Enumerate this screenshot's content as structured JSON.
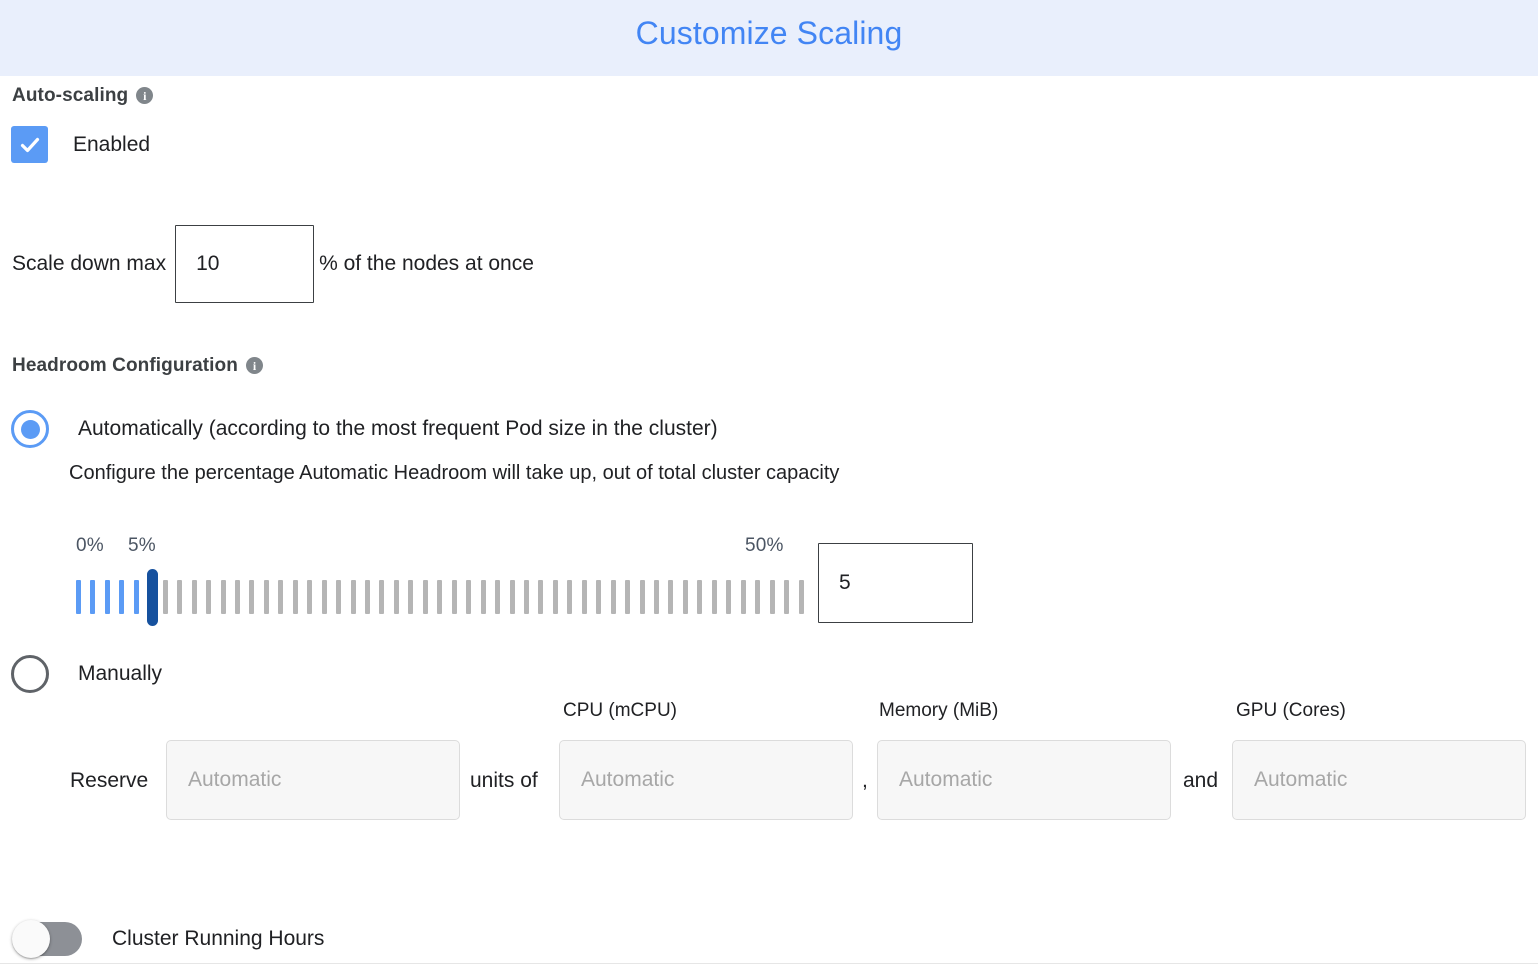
{
  "header": {
    "title": "Customize Scaling",
    "title_color": "#4285f4",
    "background_color": "#e9effc"
  },
  "auto_scaling": {
    "section_label": "Auto-scaling",
    "info_icon": "info-icon",
    "checkbox": {
      "label": "Enabled",
      "checked": true,
      "color": "#5b9bf5"
    },
    "scale_down": {
      "prefix_label": "Scale down max",
      "value": "10",
      "suffix_label": "% of the nodes at once"
    }
  },
  "headroom": {
    "section_label": "Headroom Configuration",
    "info_icon": "info-icon",
    "automatic": {
      "label": "Automatically (according to the most frequent Pod size in the cluster)",
      "selected": true,
      "description": "Configure the percentage Automatic Headroom will take up, out of total cluster capacity"
    },
    "slider": {
      "min_label": "0%",
      "current_label": "5%",
      "max_label": "50%",
      "min": 0,
      "max": 50,
      "value": 5,
      "tick_count": 51,
      "active_color": "#5b9bf5",
      "inactive_color": "#b5b5b5",
      "thumb_color": "#16519e",
      "value_input": "5"
    },
    "manual": {
      "label": "Manually",
      "selected": false,
      "reserve_label": "Reserve",
      "units_of_label": "units of",
      "comma_label": ",",
      "and_label": "and",
      "fields": [
        {
          "name": "reserve-units",
          "header": "",
          "placeholder": "Automatic",
          "value": ""
        },
        {
          "name": "cpu",
          "header": "CPU (mCPU)",
          "placeholder": "Automatic",
          "value": ""
        },
        {
          "name": "memory",
          "header": "Memory (MiB)",
          "placeholder": "Automatic",
          "value": ""
        },
        {
          "name": "gpu",
          "header": "GPU (Cores)",
          "placeholder": "Automatic",
          "value": ""
        }
      ]
    }
  },
  "cluster_running_hours": {
    "label": "Cluster Running Hours",
    "enabled": false,
    "track_color": "#8d9096"
  }
}
